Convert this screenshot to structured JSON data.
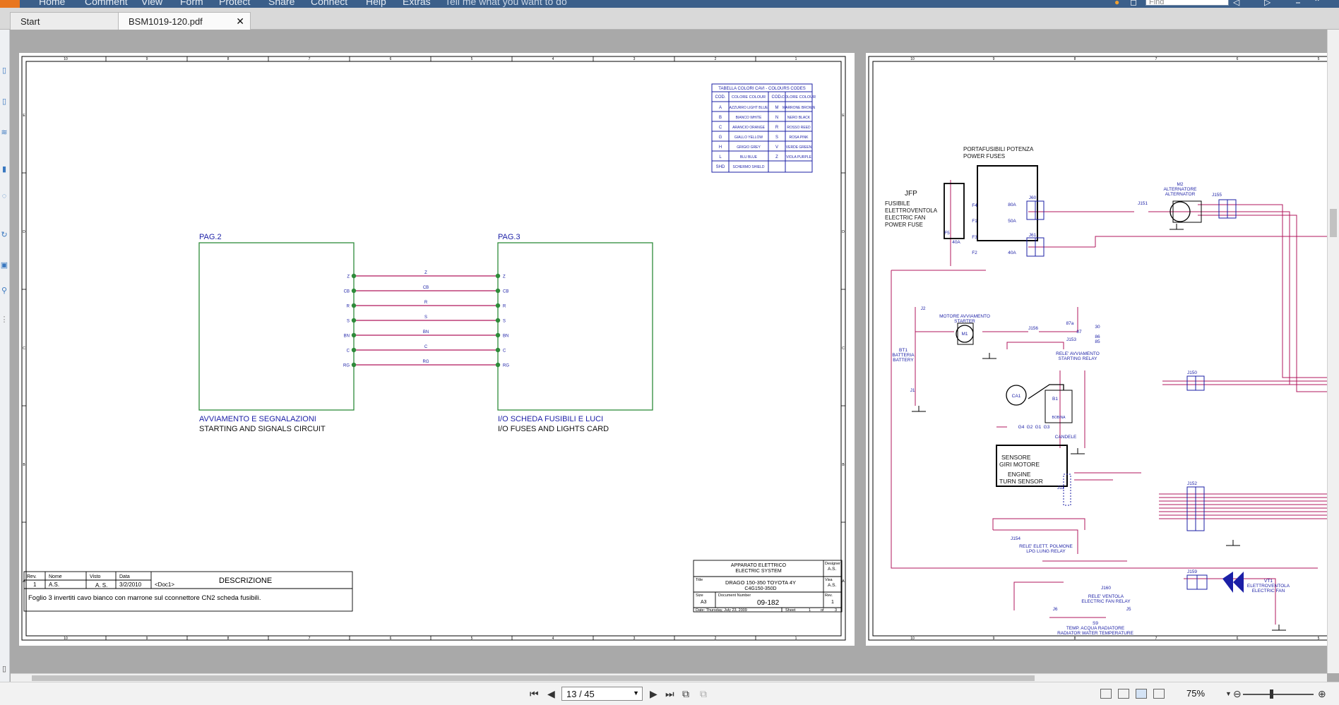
{
  "menubar": {
    "items": [
      "Home",
      "Comment",
      "View",
      "Form",
      "Protect",
      "Share",
      "Connect",
      "Help",
      "Extras"
    ],
    "tell_me": "Tell me what you want to do",
    "find_placeholder": "Find"
  },
  "tabs": [
    {
      "label": "Start",
      "active": false
    },
    {
      "label": "BSM1019-120.pdf",
      "active": true
    }
  ],
  "status": {
    "page_indicator": "13 / 45",
    "zoom": "75%"
  },
  "page1": {
    "colour_table": {
      "title": "TABELLA COLORI CAVI - COLOURS CODES",
      "headers": [
        "COD.",
        "COLORE COLOUR",
        "COD.",
        "COLORE COLOUR"
      ],
      "rows": [
        [
          "A",
          "AZZURRO LIGHT BLUE",
          "M",
          "MARRONE BROWN"
        ],
        [
          "B",
          "BIANCO WHITE",
          "N",
          "NERO BLACK"
        ],
        [
          "C",
          "ARANCIO ORANGE",
          "R",
          "ROSSO REED"
        ],
        [
          "G",
          "GIALLO YELLOW",
          "S",
          "ROSA PINK"
        ],
        [
          "H",
          "GRIGIO GREY",
          "V",
          "VERDE GREEN"
        ],
        [
          "L",
          "BLU BLUE",
          "Z",
          "VIOLA PURPLE"
        ],
        [
          "SHD",
          "SCHERMO SHIELD",
          "",
          ""
        ]
      ]
    },
    "block_left": {
      "ref": "PAG.2",
      "title_it": "AVVIAMENTO E SEGNALAZIONI",
      "title_en": "STARTING AND SIGNALS CIRCUIT"
    },
    "block_right": {
      "ref": "PAG.3",
      "title_it": "I/O SCHEDA FUSIBILI E LUCI",
      "title_en": "I/O FUSES AND LIGHTS CARD"
    },
    "wires": [
      "Z",
      "CB",
      "R",
      "S",
      "BN",
      "C",
      "RG"
    ],
    "revision": {
      "headers": [
        "Rev.",
        "Nome",
        "Visto",
        "Data"
      ],
      "values": [
        "1",
        "A.S.",
        "A. S.",
        "3/2/2010"
      ],
      "doc_field": "<Doc1>",
      "description_header": "DESCRIZIONE",
      "note": "Foglio 3 invertiti cavo bianco con marrone sul cconnettore CN2 scheda fusibili."
    },
    "title_block": {
      "system_it": "APPARATO ELETTRICO",
      "system_en": "ELECTRIC SYSTEM",
      "designer_label": "Designer",
      "designer": "A.S.",
      "title_label": "Title",
      "title_line1": "DRAGO 150-350 TOYOTA 4Y",
      "title_line2": "C4G150-350D",
      "visa_label": "Visa",
      "visa": "A.S.",
      "size_label": "Size",
      "size": "A3",
      "doc_number_label": "Document Number",
      "doc_number": "09-182",
      "rev_label": "Rev.",
      "rev": "1",
      "date": "Date: Thursday, July 23, 2009",
      "sheet_label": "Sheet",
      "sheet": "1",
      "of_label": "of",
      "of": "3"
    },
    "ruler_numbers": [
      "10",
      "9",
      "8",
      "7",
      "6",
      "5",
      "4",
      "3",
      "2",
      "1"
    ],
    "ruler_letters": [
      "E",
      "D",
      "C",
      "B",
      "A"
    ]
  },
  "page2": {
    "jfp": "JFP",
    "fan_fuse": [
      "FUSIBILE",
      "ELETTROVENTOLA",
      "ELECTRIC FAN",
      "POWER FUSE"
    ],
    "power_fuses": [
      "PORTAFUSIBILI POTENZA",
      "POWER FUSES"
    ],
    "fuse_labels": [
      "F4",
      "F1",
      "F3",
      "F2",
      "F5"
    ],
    "fuse_ratings": [
      "80A",
      "50A",
      "40A",
      "40A"
    ],
    "connectors": [
      "J60",
      "J61",
      "J151",
      "J155",
      "J2",
      "J156",
      "J153",
      "J1",
      "J150",
      "J152",
      "J11",
      "J154",
      "J159",
      "J160",
      "J6",
      "J5"
    ],
    "alternator": [
      "M2",
      "ALTERNATORE",
      "ALTERNATOR"
    ],
    "starter": [
      "MOTORE AVVIAMENTO",
      "STARTER"
    ],
    "starter_motor": "M1",
    "battery": [
      "BT1",
      "BATTERIA",
      "BATTERY"
    ],
    "starting_relay": [
      "RELE' AVVIAMENTO",
      "STARTING RELAY"
    ],
    "coil": [
      "B1",
      "BOBINA"
    ],
    "distributor": "CA1",
    "spark_plugs": [
      "G4",
      "G2",
      "G1",
      "G3"
    ],
    "candele": "CANDELE",
    "engine_sensor": [
      "SENSORE",
      "GIRI MOTORE",
      "ENGINE",
      "TURN SENSOR"
    ],
    "lpg_relay": [
      "RELE' ELETT. POLMONE",
      "LPG LUNG RELAY"
    ],
    "fan_relay": [
      "RELE'  VENTOLA",
      "ELECTRIC FAN RELAY"
    ],
    "fan": [
      "VT1",
      "ELETTROVENTOLA",
      "ELECTRIC FAN"
    ],
    "temp_sensor": [
      "S9",
      "TEMP. ACQUA RADIATORE",
      "RADIATOR WATER TEMPERATURE"
    ],
    "relay_pins": [
      "87a",
      "87",
      "30",
      "86",
      "85"
    ]
  },
  "colors": {
    "menubar": "#3b5f8a",
    "schematic_blue": "#1b1fa6",
    "wire_red": "#b0175c",
    "block_green": "#2e8b3a"
  }
}
